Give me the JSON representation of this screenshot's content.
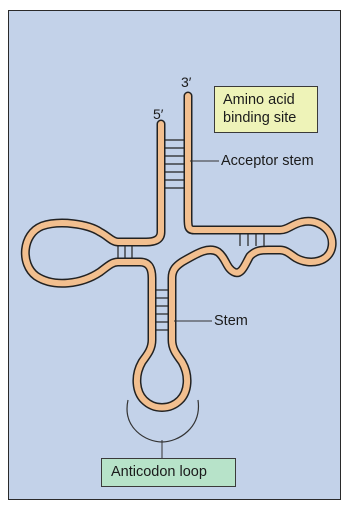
{
  "labels": {
    "three_prime": "3′",
    "five_prime": "5′",
    "amino_acid_line1": "Amino acid",
    "amino_acid_line2": "binding site",
    "acceptor_stem": "Acceptor stem",
    "stem": "Stem",
    "anticodon_loop": "Anticodon loop"
  },
  "colors": {
    "background": "#c3d2e9",
    "strand_fill": "#f2bf8f",
    "strand_outline": "#222222",
    "amino_box": "#eef3b8",
    "anticodon_box": "#b7e3c9"
  }
}
